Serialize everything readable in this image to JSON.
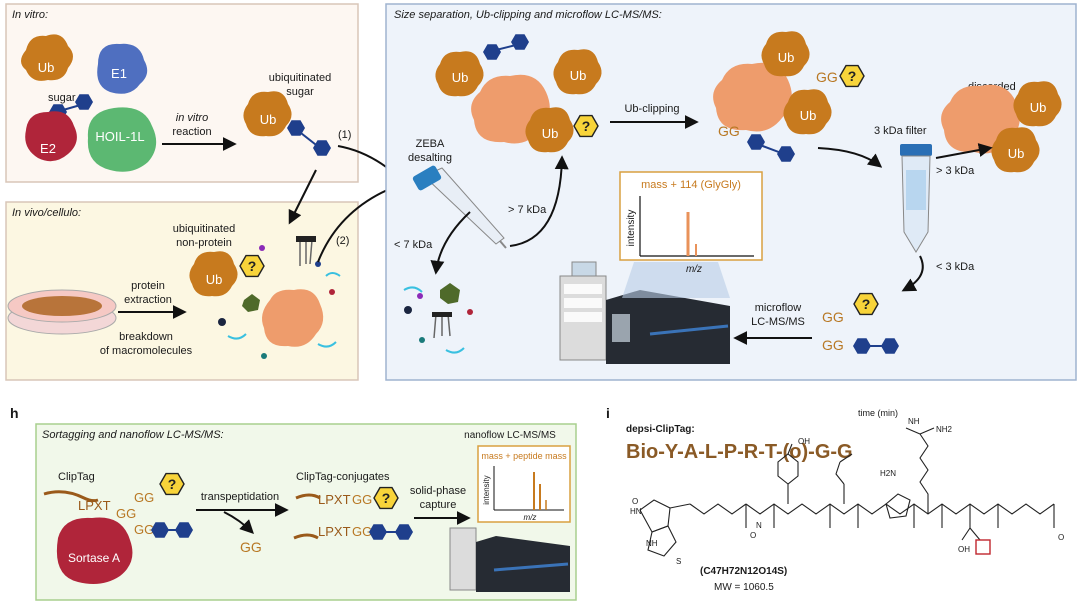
{
  "panels": {
    "in_vitro": {
      "title": "In vitro:",
      "ub": "Ub",
      "e1": "E1",
      "e2": "E2",
      "hoil": "HOIL-1L",
      "sugar": "sugar",
      "reaction_line1": "in vitro",
      "reaction_line2": "reaction",
      "product_line1": "ubiquitinated",
      "product_line2": "sugar",
      "path1": "(1)"
    },
    "in_vivo": {
      "title": "In vivo/cellulo:",
      "product_line1": "ubiquitinated",
      "product_line2": "non-protein",
      "ub": "Ub",
      "extraction_line1": "protein",
      "extraction_line2": "extraction",
      "breakdown_line1": "breakdown",
      "breakdown_line2": "of macromolecules",
      "path2": "(2)"
    },
    "separation": {
      "title": "Size separation, Ub-clipping and microflow LC-MS/MS:",
      "ub": "Ub",
      "zeba_line1": "ZEBA",
      "zeba_line2": "desalting",
      "gt7": "> 7 kDa",
      "lt7": "< 7 kDa",
      "ub_clipping": "Ub-clipping",
      "gg": "GG",
      "discarded": "discarded",
      "filter": "3 kDa filter",
      "gt3": "> 3 kDa",
      "lt3": "< 3 kDa",
      "ms_title": "mass + 114 (GlyGly)",
      "ms_y": "intensity",
      "ms_x": "m/z",
      "microflow_line1": "microflow",
      "microflow_line2": "LC-MS/MS"
    },
    "h": {
      "letter": "h",
      "title": "Sortagging and nanoflow LC-MS/MS:",
      "cliptag": "ClipTag",
      "lpxt": "LPXT",
      "gg": "GG",
      "sortase": "Sortase A",
      "transpeptidation": "transpeptidation",
      "conjugates": "ClipTag-conjugates",
      "capture_line1": "solid-phase",
      "capture_line2": "capture",
      "nano_title": "nanoflow LC-MS/MS",
      "ms_title": "mass + peptide mass",
      "ms_y": "intensity",
      "ms_x": "m/z"
    },
    "i": {
      "letter": "i",
      "stray": "time (min)",
      "name": "depsi-ClipTag:",
      "sequence": "Bio-Y-A-L-P-R-T-(o)-G-G",
      "formula": "(C47H72N12O14S)",
      "mw": "MW = 1060.5",
      "atoms": {
        "o": "O",
        "h": "H",
        "hn": "HN",
        "nh": "NH",
        "n": "N",
        "s": "S",
        "oh": "OH",
        "h2n": "H2N",
        "hnx": "NH",
        "nh2": "NH2"
      }
    }
  },
  "colors": {
    "ub": "#c77a1e",
    "e1": "#4f6fc0",
    "e2": "#b0253a",
    "hoil": "#5cb872",
    "substrate": "#ee9c6c",
    "sugar": "#1f3f8c",
    "yellow": "#f8d43a",
    "gg": "#b87824",
    "panel_tan_bg": "#fdf7f2",
    "panel_tan_border": "#d8c6b8",
    "panel_yellow_bg": "#fcf7e2",
    "panel_blue_bg": "#eef3fa",
    "panel_blue_border": "#9fb3cf",
    "panel_green_bg": "#f1f8ea",
    "panel_green_border": "#a8cf8e",
    "ms_peak": "#e9925a",
    "ms_border": "#d9a040"
  }
}
